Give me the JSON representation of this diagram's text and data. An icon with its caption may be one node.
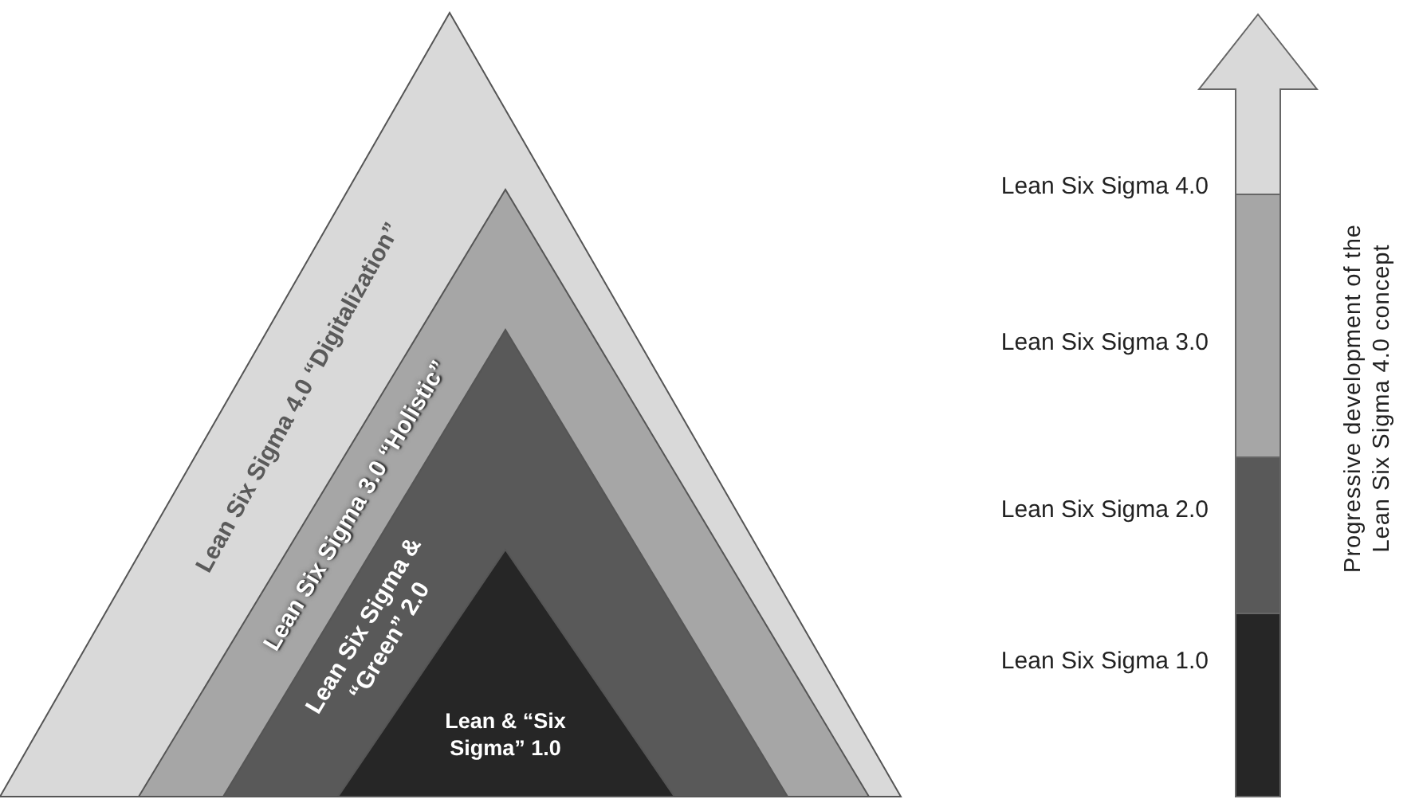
{
  "diagram": {
    "nodes": [
      {
        "text": [
          "Lean Six Sigma 4.0 “Digitalization”"
        ]
      },
      {
        "text": [
          "Lean Six Sigma 3.0 “Holistic”"
        ],
        "in": 0
      },
      {
        "text": [
          "Lean Six Sigma & “Green” 2.0"
        ],
        "in": 1
      },
      {
        "text": [
          "Lean & “Six Sigma” 1.0"
        ],
        "in": 2
      }
    ],
    "labels": [
      "Lean Six Sigma 4.0",
      "Lean Six Sigma 3.0",
      "Lean Six Sigma 2.0",
      "Lean Six Sigma 1.0",
      "Progressive development of the Lean Six Sigma 4.0 concept"
    ]
  }
}
